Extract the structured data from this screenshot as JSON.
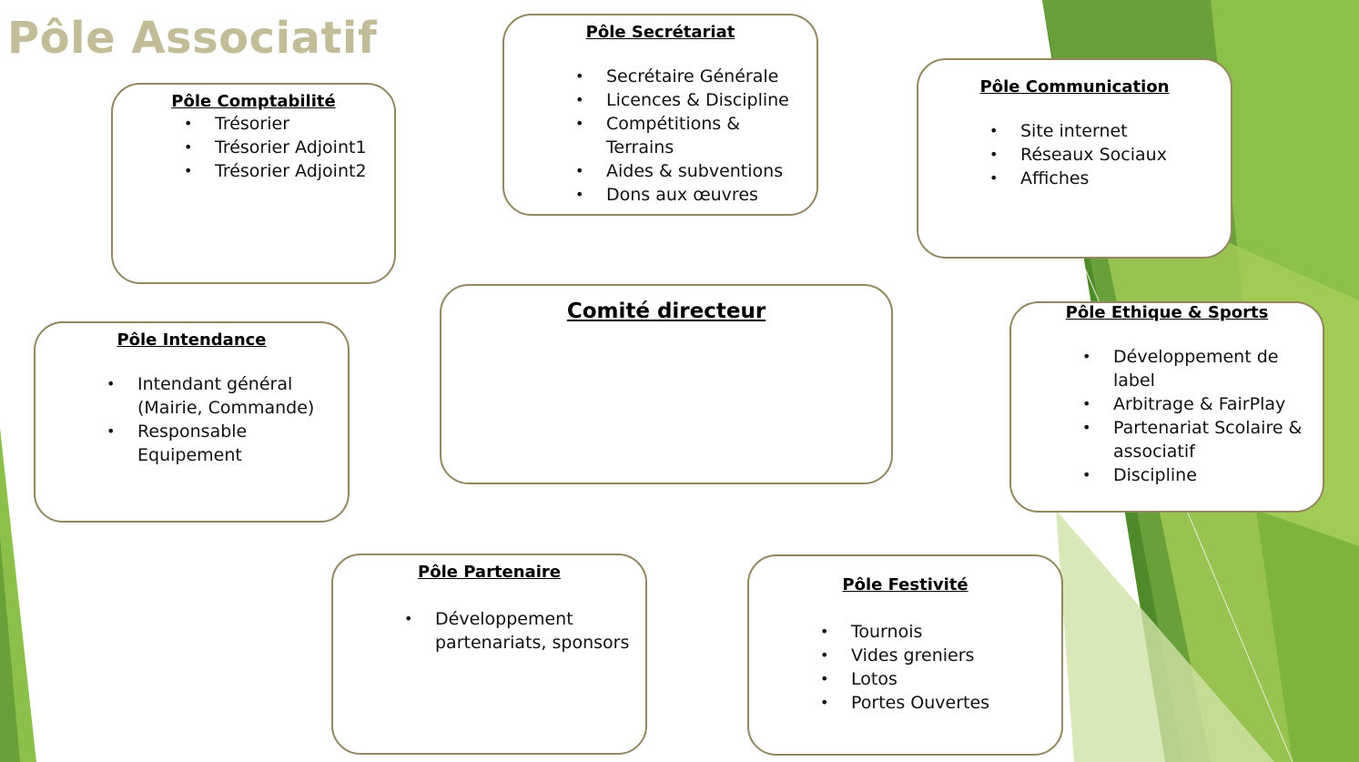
{
  "slide": {
    "title": "Pôle Associatif",
    "colors": {
      "title": "#c3bc99",
      "border": "#928761",
      "green_light": "#a9cf5a",
      "green_mid": "#7fb241",
      "green_dark": "#4f8a2a"
    }
  },
  "center": {
    "title": "Comité directeur"
  },
  "poles": {
    "comptabilite": {
      "title": "Pôle Comptabilité",
      "items": [
        "Trésorier",
        "Trésorier Adjoint1",
        "Trésorier Adjoint2"
      ]
    },
    "secretariat": {
      "title": "Pôle Secrétariat",
      "items": [
        "Secrétaire Générale",
        "Licences & Discipline",
        "Compétitions &",
        "Terrains",
        "Aides & subventions",
        "Dons aux œuvres"
      ]
    },
    "communication": {
      "title": "Pôle Communication",
      "items": [
        "Site internet",
        "Réseaux Sociaux",
        "Affiches"
      ]
    },
    "intendance": {
      "title": "Pôle Intendance",
      "items": [
        "Intendant général",
        "(Mairie, Commande)",
        "Responsable",
        "Equipement"
      ]
    },
    "ethique": {
      "title": "Pôle Ethique & Sports",
      "items": [
        "Développement de",
        "label",
        "Arbitrage & FairPlay",
        "Partenariat Scolaire &",
        "associatif",
        "Discipline"
      ]
    },
    "partenaire": {
      "title": "Pôle Partenaire",
      "items": [
        "Développement",
        "partenariats, sponsors"
      ]
    },
    "festivite": {
      "title": "Pôle Festivité",
      "items": [
        "Tournois",
        "Vides greniers",
        "Lotos",
        "Portes Ouvertes"
      ]
    }
  }
}
